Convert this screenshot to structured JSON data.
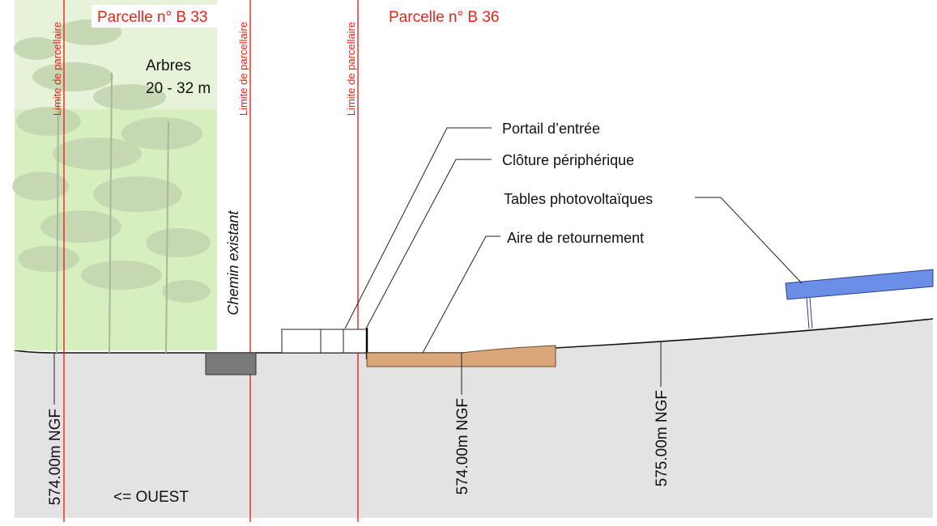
{
  "parcels": {
    "b33_label": "Parcelle n° B 33",
    "b36_label": "Parcelle n° B 36"
  },
  "limit_label": "Limite de parcellaire",
  "trees": {
    "label_line1": "Arbres",
    "label_line2": "20 - 32 m"
  },
  "path_label": "Chemin existant",
  "callouts": {
    "gate": "Portail d’entrée",
    "fence": "Clôture périphérique",
    "pv_tables": "Tables photovoltaïques",
    "turning_area": "Aire de retournement"
  },
  "elevations": {
    "left": "574.00m NGF",
    "middle": "574.00m NGF",
    "right": "575.00m NGF"
  },
  "orientation": "<= OUEST",
  "colors": {
    "limit_red": "#e8231a",
    "ground_grey": "#e3e3e3",
    "tree_zone_green": "#d7efbe",
    "turning_area_brown": "#d9a77a",
    "pv_blue": "#6b8ee6",
    "path_dark": "#7a7a7a"
  }
}
